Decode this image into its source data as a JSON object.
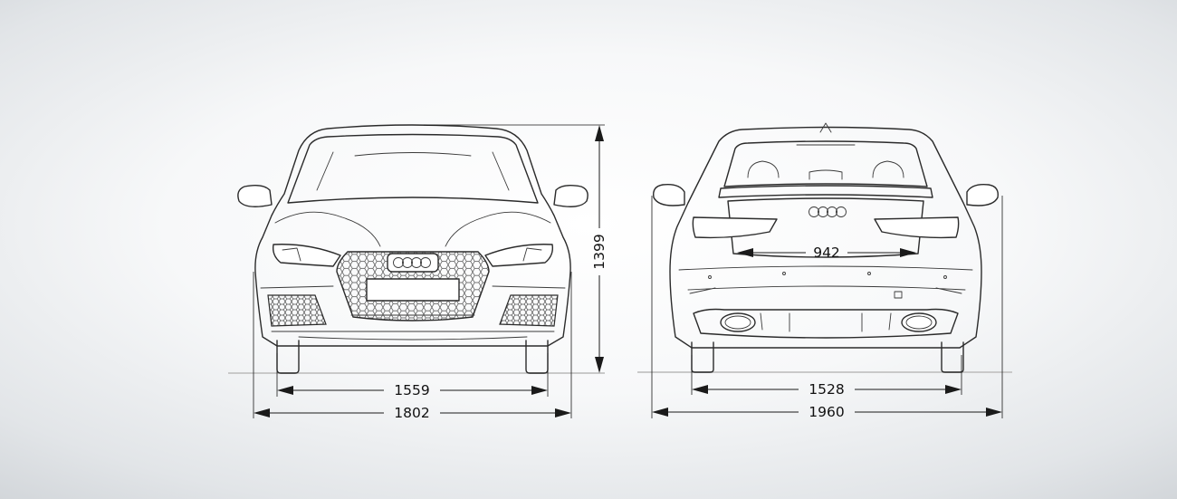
{
  "dimensions": {
    "front_track": "1559",
    "front_width": "1802",
    "height": "1399",
    "rear_track": "1528",
    "rear_width_mirrors": "1960",
    "trunk_opening": "942"
  },
  "colors": {
    "line": "#2b2b2b",
    "dimension": "#1a1a1a",
    "ground": "#c9c9c9"
  }
}
